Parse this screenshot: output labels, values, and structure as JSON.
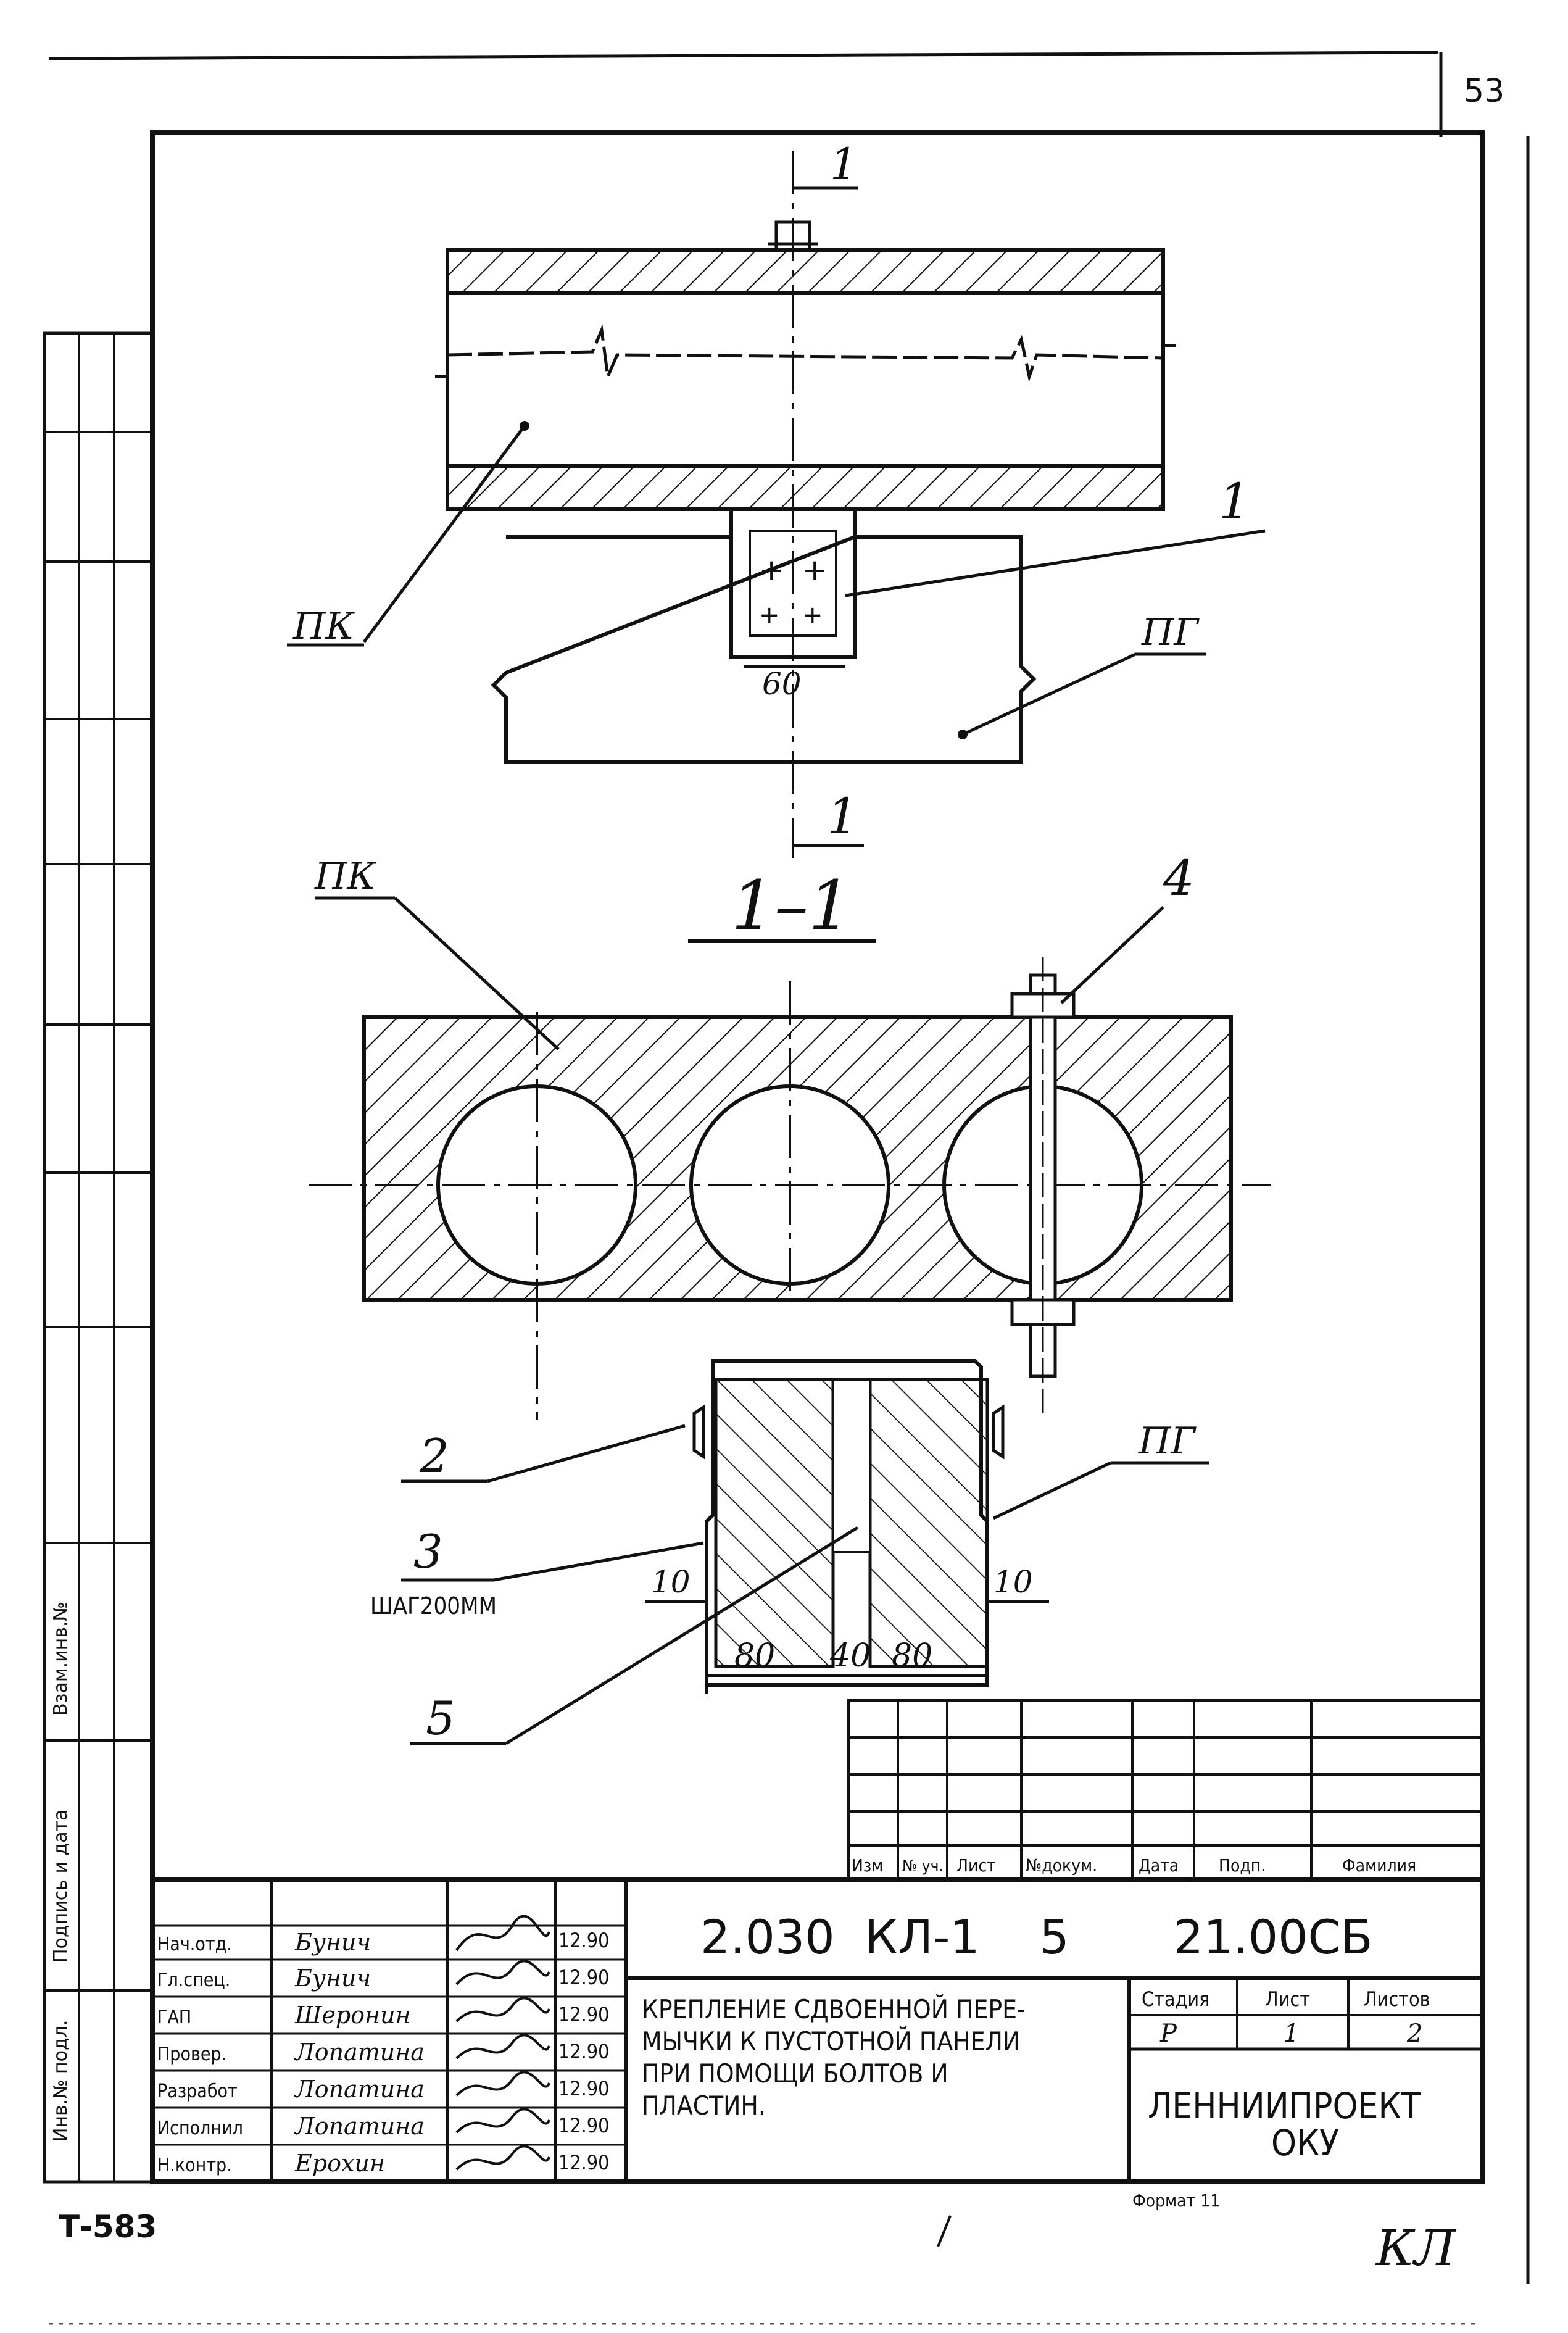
{
  "page_number": "53",
  "drawing": {
    "label_pk_top": "ПК",
    "label_pg_top": "ПГ",
    "label_1_callout": "1",
    "section_mark_top": "1",
    "section_mark_bottom": "1",
    "dim_60": "60",
    "section_title": "1–1",
    "label_pk_section": "ПК",
    "label_4": "4",
    "label_2": "2",
    "label_3": "3",
    "label_3_note": "ШАГ200ММ",
    "label_pg_section": "ПГ",
    "label_5": "5",
    "dim_10_left": "10",
    "dim_10_right": "10",
    "dim_80_left": "80",
    "dim_40": "40",
    "dim_80_right": "80"
  },
  "revision_table": {
    "headers": [
      "Изм",
      "№ уч.",
      "Лист",
      "№докум.",
      "Дата",
      "Подп.",
      "Фамилия"
    ]
  },
  "left_margin": {
    "inv_podl": "Инв.№ подл.",
    "podp_data": "Подпись и дата",
    "vzam_inv": "Взам.инв.№"
  },
  "title_block": {
    "code": "2.030  КЛ-1    5       21.00СБ",
    "title_lines": [
      "КРЕПЛЕНИЕ СДВОЕННОЙ ПЕРЕ-",
      "МЫЧКИ К ПУСТОТНОЙ ПАНЕЛИ",
      "ПРИ ПОМОЩИ БОЛТОВ   И",
      "ПЛАСТИН."
    ],
    "stage_label": "Стадия",
    "sheet_label": "Лист",
    "sheets_label": "Листов",
    "stage": "Р",
    "sheet": "1",
    "sheets": "2",
    "org_line1": "ЛЕННИИПРОЕКТ",
    "org_line2": "ОКУ",
    "signatures": [
      {
        "role": "Нач.отд.",
        "name": "Бунич",
        "date": "12.90"
      },
      {
        "role": "Гл.спец.",
        "name": "Бунич",
        "date": "12.90"
      },
      {
        "role": "ГАП",
        "name": "Шеронин",
        "date": "12.90"
      },
      {
        "role": "Провер.",
        "name": "Лопатина",
        "date": "12.90"
      },
      {
        "role": "Разработ",
        "name": "Лопатина",
        "date": "12.90"
      },
      {
        "role": "Исполнил",
        "name": "Лопатина",
        "date": "12.90"
      },
      {
        "role": "Н.контр.",
        "name": "Ерохин",
        "date": "12.90"
      }
    ]
  },
  "footer": {
    "sheet_code": "Т-583",
    "format": "Формат 11",
    "stamp": "КЛ"
  }
}
